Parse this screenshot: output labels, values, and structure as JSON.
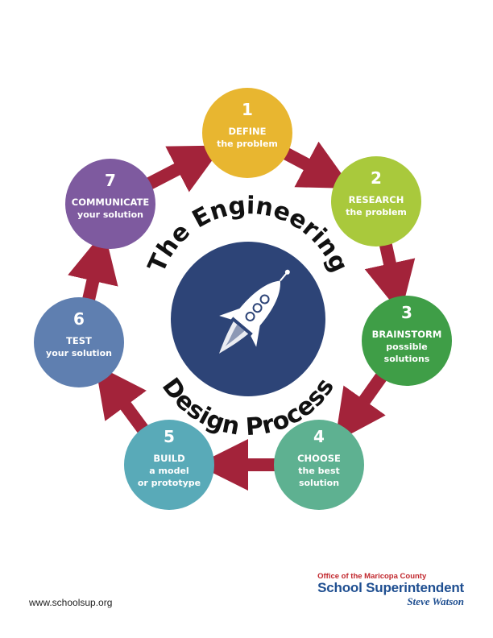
{
  "title_top": "The Engineering",
  "title_bottom": "Design Process",
  "steps": [
    {
      "number": "1",
      "line1": "DEFINE",
      "line2": "the problem",
      "line3": "",
      "color": "#e8b630"
    },
    {
      "number": "2",
      "line1": "RESEARCH",
      "line2": "the problem",
      "line3": "",
      "color": "#a9c93c"
    },
    {
      "number": "3",
      "line1": "BRAINSTORM",
      "line2": "possible",
      "line3": "solutions",
      "color": "#3f9e47"
    },
    {
      "number": "4",
      "line1": "CHOOSE",
      "line2": "the best",
      "line3": "solution",
      "color": "#5eb191"
    },
    {
      "number": "5",
      "line1": "BUILD",
      "line2": "a model",
      "line3": "or prototype",
      "color": "#59aab8"
    },
    {
      "number": "6",
      "line1": "TEST",
      "line2": "your solution",
      "line3": "",
      "color": "#5f7fb0"
    },
    {
      "number": "7",
      "line1": "COMMUNICATE",
      "line2": "your solution",
      "line3": "",
      "color": "#7e5a9f"
    }
  ],
  "colors": {
    "arrow": "#a3233a",
    "center_circle": "#2d4477",
    "title_text": "#111111"
  },
  "center_icon": "rocket-icon",
  "footer": {
    "url": "www.schoolsup.org",
    "logo_line1": "Office of the Maricopa County",
    "logo_line2": "School Superintendent",
    "logo_line3": "Steve Watson"
  }
}
